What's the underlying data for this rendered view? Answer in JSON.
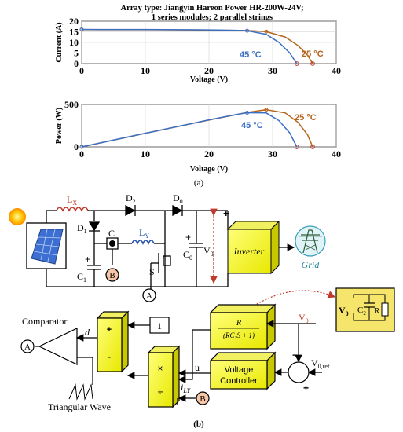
{
  "figure": {
    "title_line1": "Array type: Jiangyin Hareon Power HR-200W-24V;",
    "title_line2": "1 series modules; 2 parallel strings",
    "panel_a_label": "(a)",
    "panel_b_label": "(b)"
  },
  "chart_data": [
    {
      "type": "line",
      "xlabel": "Voltage (V)",
      "ylabel": "Current (A)",
      "xlim": [
        0,
        40
      ],
      "ylim": [
        0,
        20
      ],
      "xticks": [
        "0",
        "10",
        "20",
        "30",
        "40"
      ],
      "yticks": [
        "0",
        "5",
        "10",
        "15",
        "20"
      ],
      "grid": true,
      "series": [
        {
          "name": "25 °C",
          "color": "#b5651d",
          "x": [
            0,
            10,
            20,
            26,
            29,
            32,
            34,
            35.5,
            36.3
          ],
          "y": [
            16,
            15.95,
            15.8,
            15.6,
            15.1,
            12.5,
            8.5,
            4,
            0
          ],
          "mpp": [
            29,
            15.1
          ]
        },
        {
          "name": "45 °C",
          "color": "#3a6fc4",
          "x": [
            0,
            10,
            20,
            24,
            26,
            29,
            31,
            32.7,
            33.8
          ],
          "y": [
            16.1,
            16.05,
            15.9,
            15.7,
            15.5,
            13.8,
            10,
            5,
            0
          ],
          "mpp": [
            26,
            15.5
          ]
        }
      ]
    },
    {
      "type": "line",
      "xlabel": "Voltage (V)",
      "ylabel": "Power (W)",
      "xlim": [
        0,
        40
      ],
      "ylim": [
        0,
        500
      ],
      "xticks": [
        "0",
        "10",
        "20",
        "30",
        "40"
      ],
      "yticks": [
        "0",
        "500"
      ],
      "grid": true,
      "series": [
        {
          "name": "25 °C",
          "color": "#b5651d",
          "x": [
            0,
            10,
            20,
            26,
            29,
            32,
            34,
            35.5,
            36.3
          ],
          "y": [
            0,
            160,
            316,
            406,
            438,
            400,
            289,
            142,
            0
          ],
          "mpp": [
            29,
            438
          ]
        },
        {
          "name": "45 °C",
          "color": "#3a6fc4",
          "x": [
            0,
            10,
            20,
            24,
            26,
            29,
            31,
            32.7,
            33.8
          ],
          "y": [
            0,
            161,
            318,
            377,
            403,
            400,
            310,
            164,
            0
          ],
          "mpp": [
            26,
            403
          ]
        }
      ]
    }
  ],
  "circuit": {
    "lx": "L",
    "lx_sub": "X",
    "d1": "D",
    "d1_sub": "1",
    "d2": "D",
    "d2_sub": "2",
    "d0": "D",
    "d0_sub": "0",
    "ly": "L",
    "ly_sub": "Y",
    "c_node": "C",
    "c1": "C",
    "c1_sub": "1",
    "c0": "C",
    "c0_sub": "0",
    "v0": "V",
    "v0_sub": "0",
    "s": "S",
    "b_marker": "B",
    "a_marker": "A",
    "plus": "+",
    "inverter": "Inverter",
    "grid": "Grid"
  },
  "control": {
    "comparator": "Comparator",
    "triangular": "Triangular Wave",
    "d": "d",
    "one": "1",
    "plus": "+",
    "minus": "-",
    "mult": "×",
    "div": "÷",
    "tf_num": "R",
    "tf_den": "(RC",
    "tf_den_sub": "2",
    "tf_den_rest": "S + 1)",
    "v0": "V",
    "v0_sub": "0",
    "v0ref": "V",
    "v0ref_sub": "0,ref",
    "u": "u",
    "ily": "i",
    "ily_sub": "LY",
    "vc_line1": "Voltage",
    "vc_line2": "Controller",
    "a_marker": "A",
    "b_marker": "B",
    "minus_sign": "−",
    "plus_sign": "+"
  },
  "inset": {
    "v0": "V",
    "v0_sub": "0",
    "c2": "C",
    "c2_sub": "2",
    "r": "R"
  }
}
